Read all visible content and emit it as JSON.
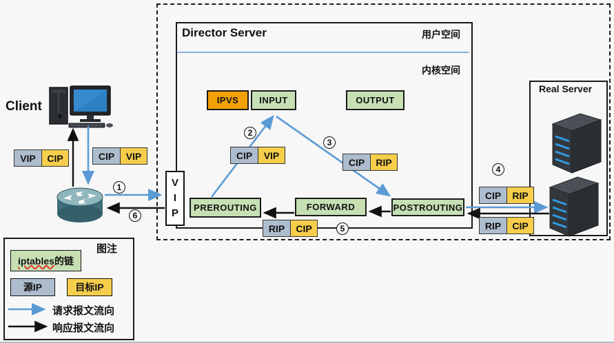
{
  "client": {
    "label": "Client"
  },
  "director": {
    "title": "Director Server",
    "user_space_label": "用户空间",
    "kernel_space_label": "内核空间",
    "vip_box": {
      "l1": "V",
      "l2": "I",
      "l3": "P"
    },
    "chains": {
      "ipvs": "IPVS",
      "input": "INPUT",
      "output": "OUTPUT",
      "prerouting": "PREROUTING",
      "forward": "FORWARD",
      "postrouting": "POSTROUTING"
    }
  },
  "real_server": {
    "title": "Real Server"
  },
  "packets": {
    "client_response": {
      "src": "VIP",
      "dst": "CIP"
    },
    "client_request": {
      "src": "CIP",
      "dst": "VIP"
    },
    "pre_to_input": {
      "src": "CIP",
      "dst": "VIP"
    },
    "input_to_post": {
      "src": "CIP",
      "dst": "RIP"
    },
    "to_real_server": {
      "src": "CIP",
      "dst": "RIP"
    },
    "from_real_server": {
      "src": "RIP",
      "dst": "CIP"
    },
    "director_response": {
      "src": "RIP",
      "dst": "CIP"
    }
  },
  "steps": {
    "s1": "1",
    "s2": "2",
    "s3": "3",
    "s4": "4",
    "s5": "5",
    "s6": "6"
  },
  "legend": {
    "title": "图注",
    "chain_label_prefix": "iptables",
    "chain_label_suffix": "的链",
    "source_ip_label": "源IP",
    "dest_ip_label": "目标IP",
    "request_flow_label": "请求报文流向",
    "response_flow_label": "响应报文流向"
  },
  "colors": {
    "chain_green": "#c6e0b4",
    "ipvs_orange": "#f2a104",
    "source_ip_gray": "#aebdce",
    "dest_ip_yellow": "#f6ce4b",
    "request_arrow_blue": "#5b9bd5",
    "response_arrow_black": "#111111"
  }
}
